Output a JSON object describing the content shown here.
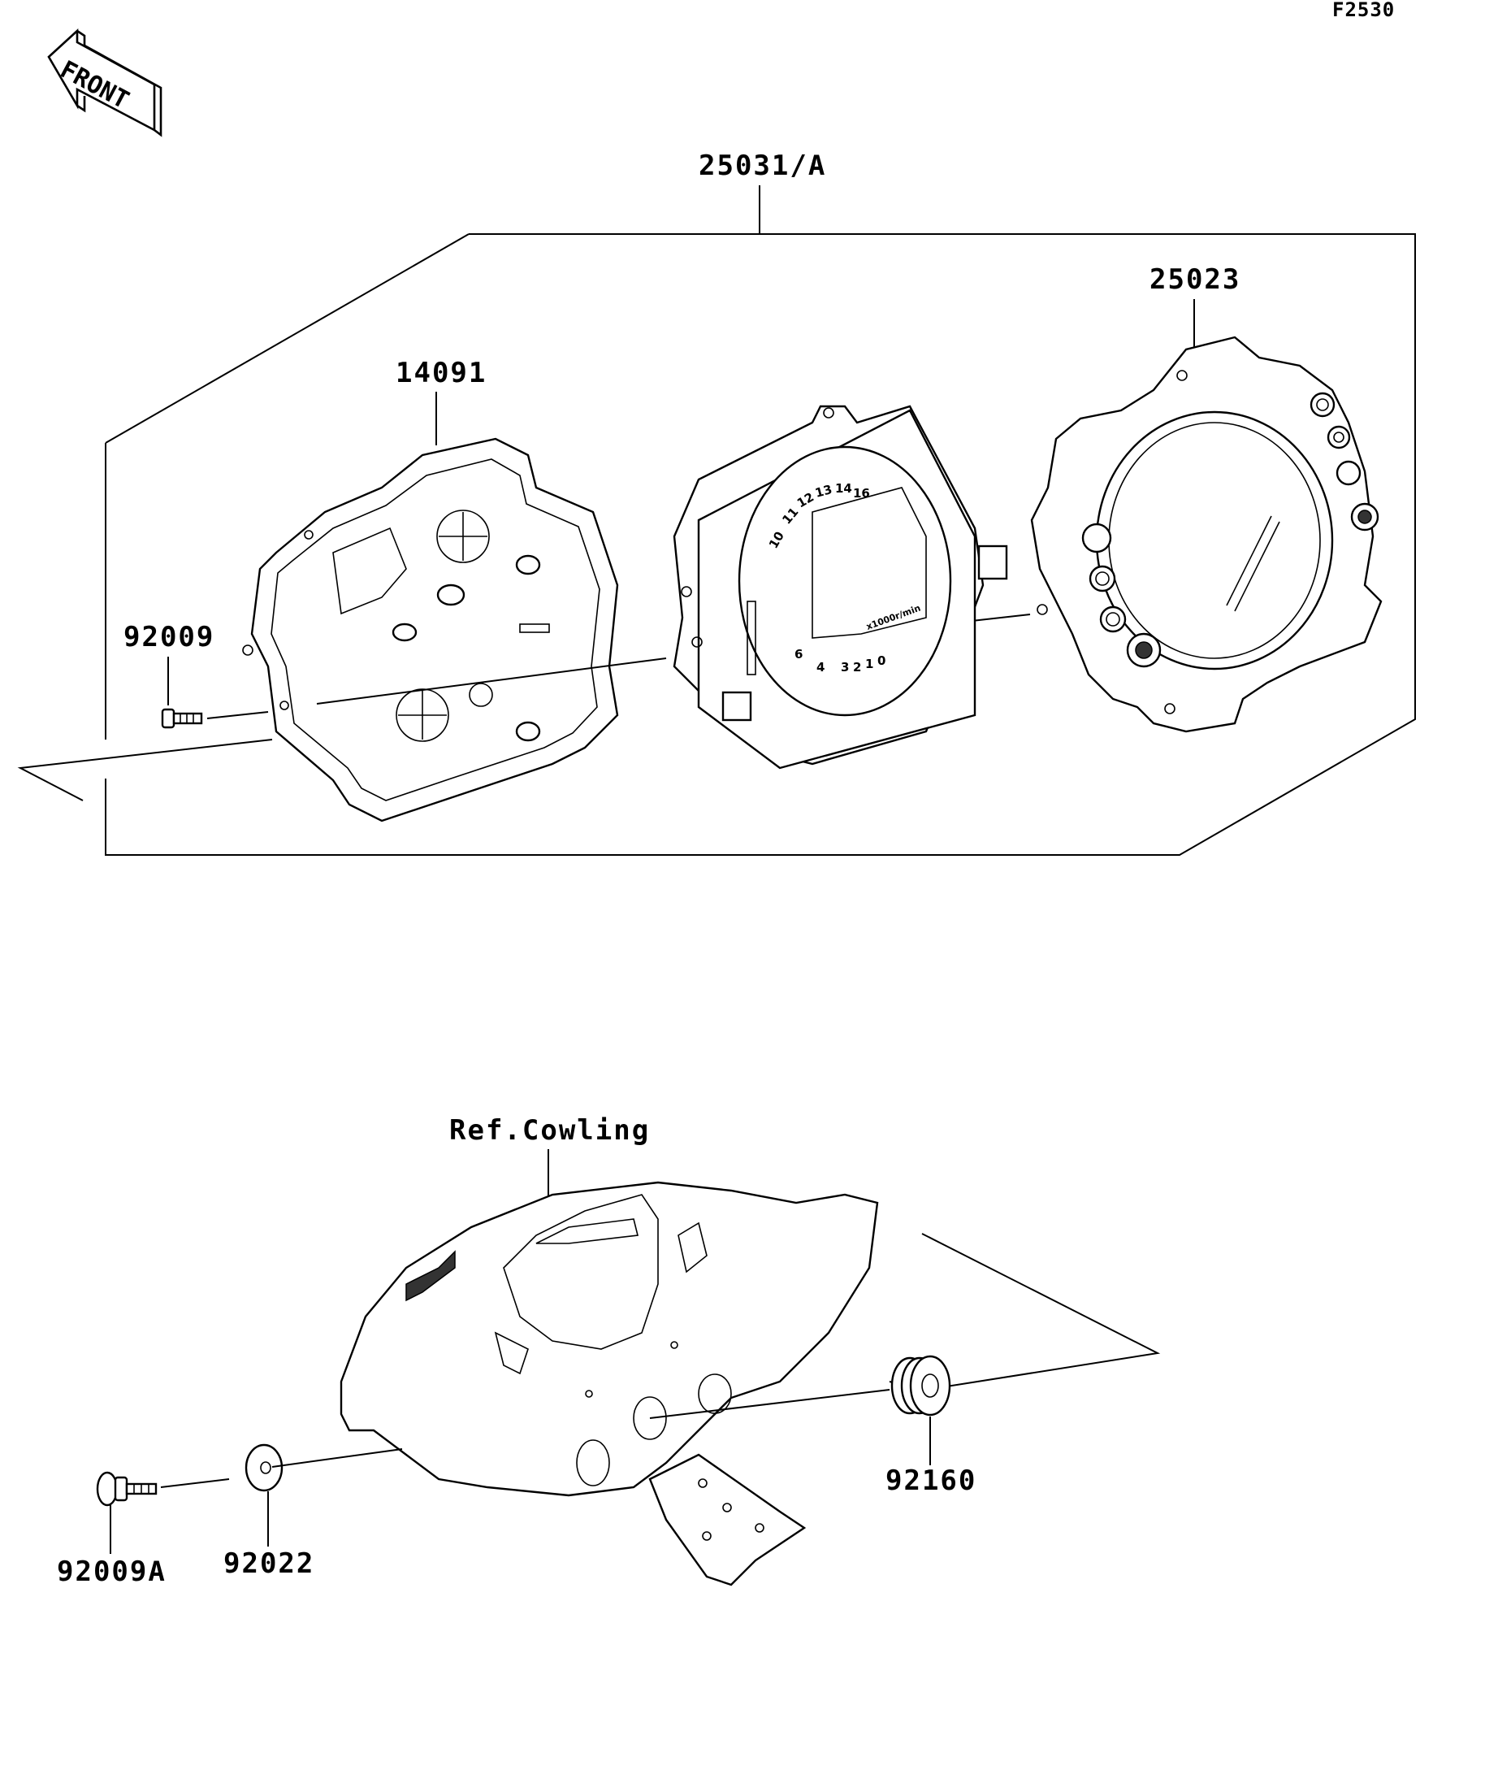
{
  "diagram_code": "F2530",
  "front_label": "FRONT",
  "labels": {
    "assembly": "25031/A",
    "meter_cover": "25023",
    "meter_case": "14091",
    "screw_main": "92009",
    "cowling_ref": "Ref.Cowling",
    "grommet": "92160",
    "washer": "92022",
    "screw_cowl": "92009A"
  },
  "gauge_ticks": [
    "10",
    "11",
    "12",
    "13",
    "14",
    "16",
    "0",
    "1",
    "2",
    "3",
    "4",
    "6"
  ],
  "gauge_unit": "x1000r/min"
}
